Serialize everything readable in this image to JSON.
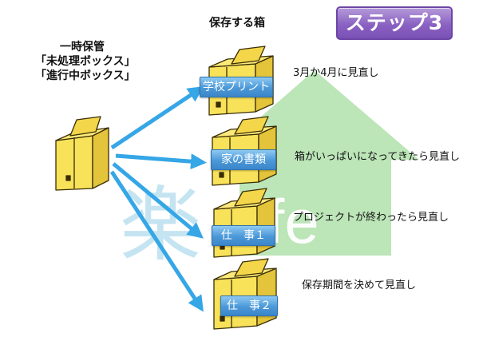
{
  "header": {
    "title": "保存する箱",
    "step_badge": "ステップ3"
  },
  "left_panel": {
    "line1": "一時保管",
    "line2": "「未処理ボックス」",
    "line3": "「進行中ボックス」"
  },
  "boxes": [
    {
      "label": "学校プリント",
      "note": "3月か4月に見直し"
    },
    {
      "label": "家の書類",
      "note": "箱がいっぱいになってきたら見直し"
    },
    {
      "label": "仕　事１",
      "note": "プロジェクトが終わったら見直し"
    },
    {
      "label": "仕　事２",
      "note": "保存期間を決めて見直し"
    }
  ],
  "watermark": {
    "kanji": "楽",
    "word": "life"
  },
  "colors": {
    "box_yellow": "#f6dc4e",
    "box_outline": "#3a2e06",
    "arrow_blue": "#35a6e6",
    "label_blue": "#4b98d8",
    "step_purple": "#8a62c2",
    "house_green": "#a6dca0"
  }
}
